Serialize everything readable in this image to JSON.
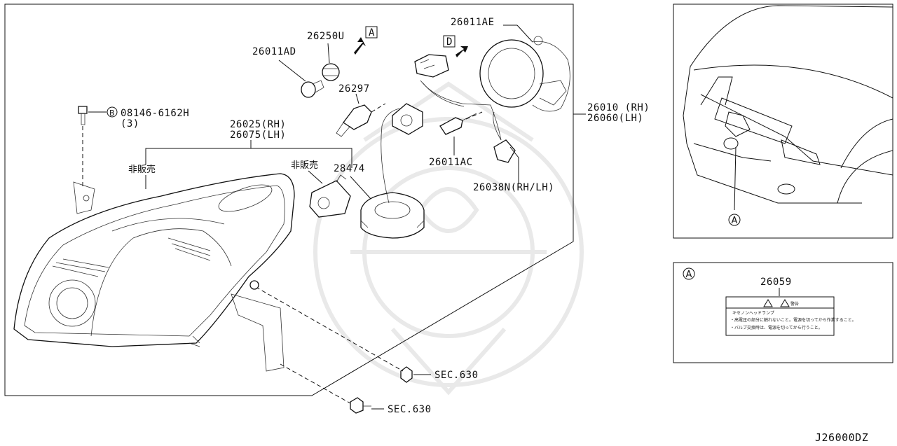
{
  "labels": {
    "bolt_part": "08146-6162H",
    "bolt_circle": "B",
    "bolt_qty": "(3)",
    "headlamp_rh": "26025(RH)",
    "headlamp_lh": "26075(LH)",
    "not_for_sale_1": "非販売",
    "not_for_sale_2": "非販売",
    "ballast": "28474",
    "bulb_26297": "26297",
    "bulb_26250u": "26250U",
    "bulb_26011ad": "26011AD",
    "ref_a": "A",
    "ref_d": "D",
    "socket_26011ae": "26011AE",
    "socket_26011ac": "26011AC",
    "harness": "26038N(RH/LH)",
    "assy_rh": "26010 (RH)",
    "assy_lh": "26060(LH)",
    "sec_1": "SEC.630",
    "sec_2": "SEC.630",
    "car_ref_a": "A",
    "label_ref_a": "A",
    "label_part": "26059",
    "label_title": "キセノンヘッドランプ",
    "label_warning": "警告",
    "label_text_1": "・高電圧の部分に触れないこと。電源を切ってから作業すること。",
    "label_text_2": "・バルブ交換時は、電源を切ってから行うこと。",
    "diagram_code": "J26000DZ"
  }
}
